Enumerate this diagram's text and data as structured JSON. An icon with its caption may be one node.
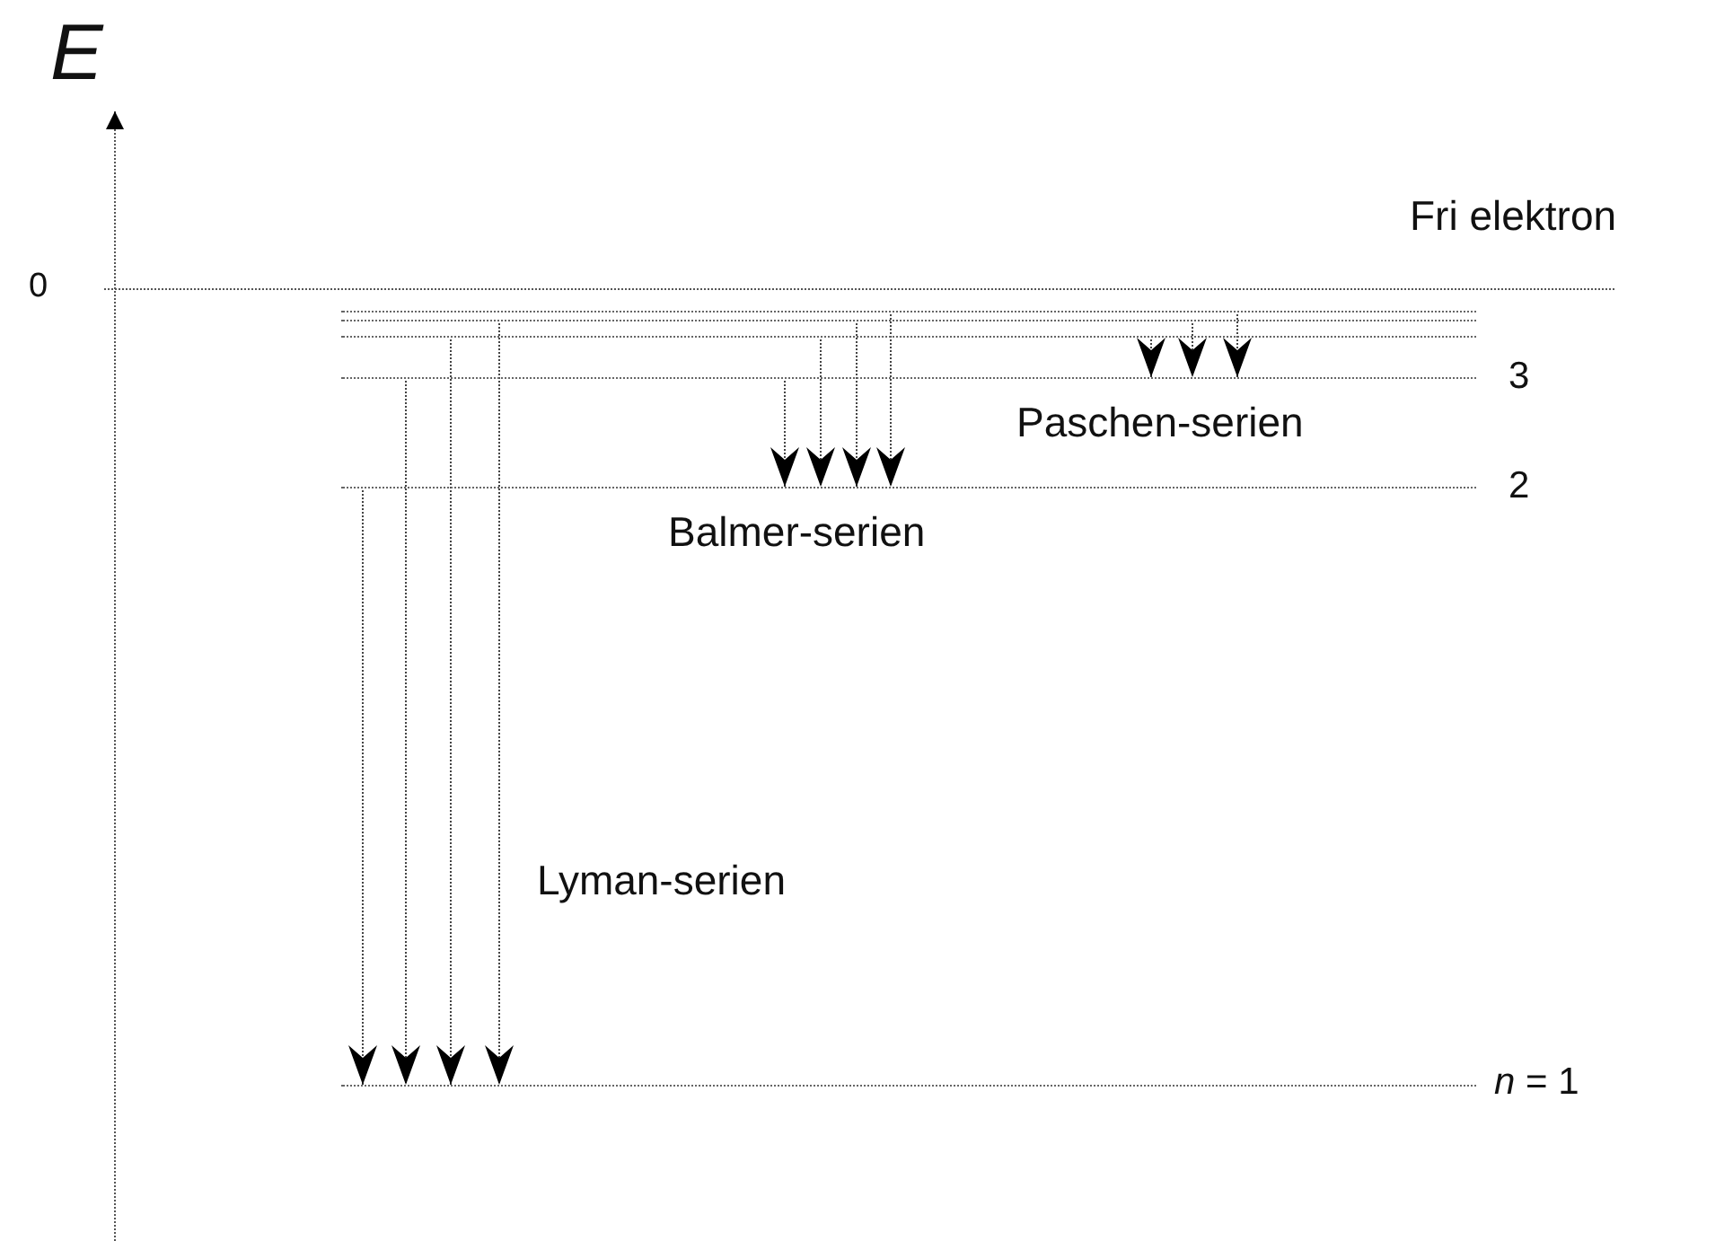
{
  "diagram": {
    "nodes": [
      {
        "text": [],
        "shape": "bar"
      },
      {
        "text": [],
        "shape": "bar"
      },
      {
        "text": [],
        "shape": "bar"
      },
      {
        "text": [],
        "shape": "bar",
        "beside": [
          "3"
        ]
      },
      {
        "text": [],
        "shape": "bar",
        "beside": [
          "2"
        ]
      },
      {
        "text": [],
        "shape": "bar",
        "beside": [
          "*n* = 1"
        ]
      }
    ],
    "edges": [
      {
        "from": 4,
        "to": 5,
        "arrow": "to"
      },
      {
        "from": 3,
        "to": 5,
        "arrow": "to"
      },
      {
        "from": 2,
        "to": 5,
        "arrow": "to"
      },
      {
        "from": 1,
        "to": 5,
        "arrow": "to"
      },
      {
        "from": 3,
        "to": 4,
        "arrow": "to"
      },
      {
        "from": 2,
        "to": 4,
        "arrow": "to"
      },
      {
        "from": 1,
        "to": 4,
        "arrow": "to"
      },
      {
        "from": 0,
        "to": 4,
        "arrow": "to"
      },
      {
        "from": 2,
        "to": 3,
        "arrow": "to"
      },
      {
        "from": 1,
        "to": 3,
        "arrow": "to"
      },
      {
        "from": 0,
        "to": 3,
        "arrow": "to"
      }
    ],
    "labels": [
      "E",
      "Fri elektron",
      "0",
      "Paschen-serien",
      "Balmer-serien",
      "Lyman-serien"
    ]
  }
}
